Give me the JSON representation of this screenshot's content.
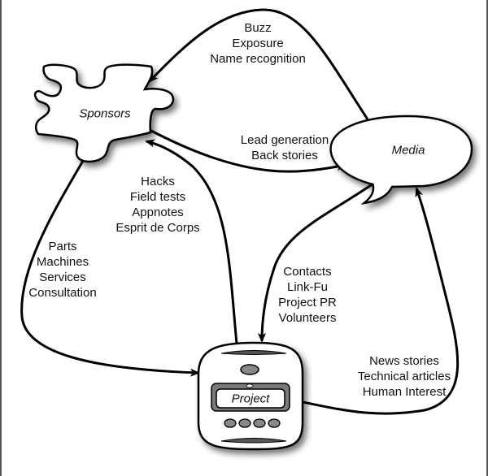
{
  "nodes": {
    "sponsors": "Sponsors",
    "media": "Media",
    "project": "Project"
  },
  "edges": {
    "media_to_sponsors": [
      "Buzz",
      "Exposure",
      "Name recognition"
    ],
    "sponsors_to_media": [
      "Lead generation",
      "Back stories"
    ],
    "project_to_sponsors": [
      "Hacks",
      "Field tests",
      "Appnotes",
      "Esprit de Corps"
    ],
    "sponsors_to_project": [
      "Parts",
      "Machines",
      "Services",
      "Consultation"
    ],
    "media_to_project": [
      "Contacts",
      "Link-Fu",
      "Project PR",
      "Volunteers"
    ],
    "project_to_media": [
      "News stories",
      "Technical articles",
      "Human Interest"
    ]
  },
  "colors": {
    "stroke": "#000000",
    "fill": "#ffffff",
    "screen": "#7a7a7a",
    "border": "#555555"
  }
}
